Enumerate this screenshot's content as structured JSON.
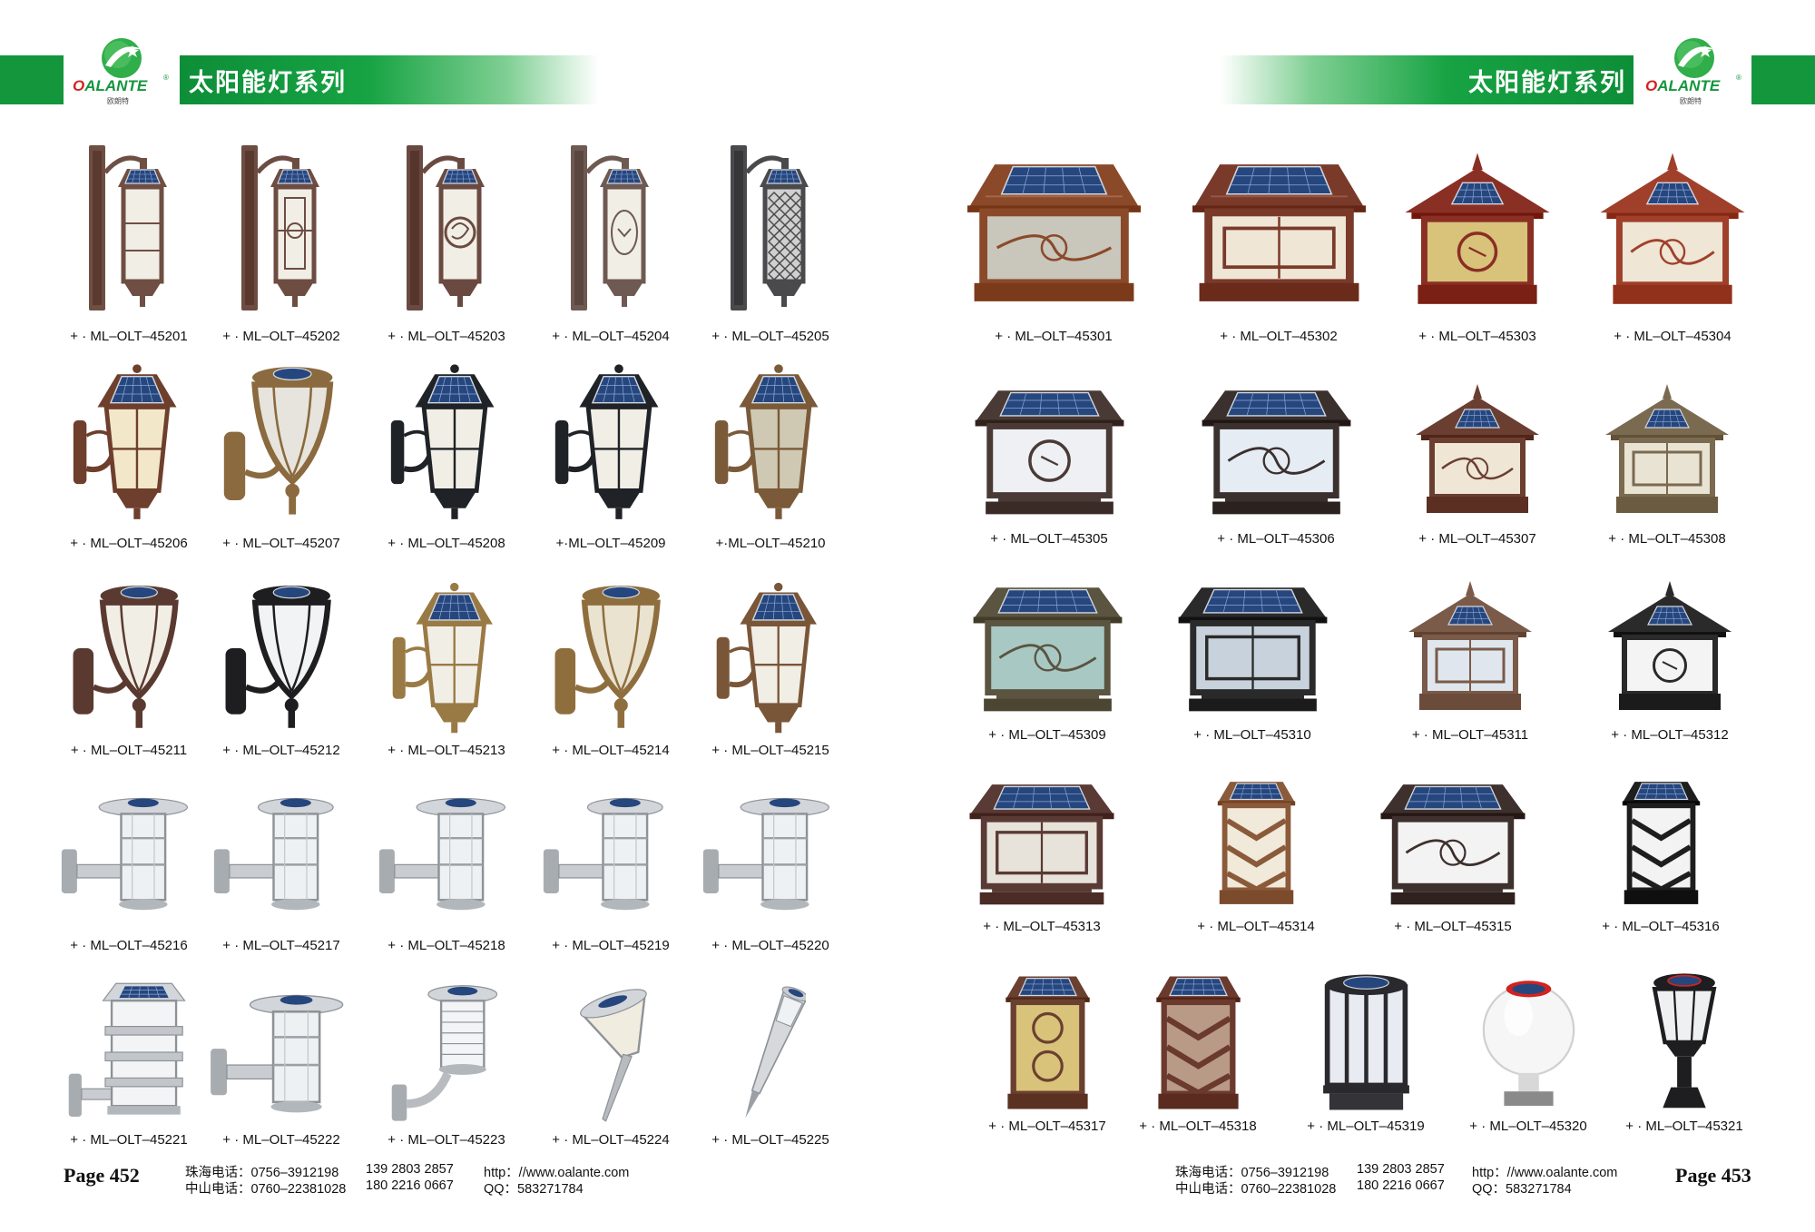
{
  "brand": {
    "name": "OALANTE",
    "registered": "®",
    "chinese": "欧朗特"
  },
  "header": {
    "title": "太阳能灯系列"
  },
  "colors": {
    "brand_green": "#14963d",
    "brand_red": "#d2231f",
    "solar_panel": "#26467e"
  },
  "footer": {
    "zhuhai_phone": "珠海电话：0756–3912198",
    "zhuhai_mobile": "139 2803 2857",
    "website": "http：//www.oalante.com",
    "zhongshan_phone": "中山电话：0760–22381028",
    "zhongshan_mobile": "180 2216 0667",
    "qq": "QQ：583271784"
  },
  "pages": [
    {
      "page_label": "Page 452",
      "products": [
        {
          "label": "+ · ML–OLT–45201",
          "icon": "wall-lantern-plate-icon",
          "color": "#6f4f43"
        },
        {
          "label": "+ · ML–OLT–45202",
          "icon": "wall-lantern-plate-icon",
          "color": "#6d4c42"
        },
        {
          "label": "+ · ML–OLT–45203",
          "icon": "wall-lantern-plate-icon",
          "color": "#6a4a40"
        },
        {
          "label": "+ · ML–OLT–45204",
          "icon": "wall-lantern-plate-icon",
          "color": "#6e5a52"
        },
        {
          "label": "+ · ML–OLT–45205",
          "icon": "wall-lantern-plate-icon",
          "color": "#4a4a4c",
          "glass": "#cfd0cf"
        },
        {
          "label": "+ · ML–OLT–45206",
          "icon": "wall-lantern-icon",
          "color": "#6e3f2d",
          "glass": "#f3e7c9"
        },
        {
          "label": "+ · ML–OLT–45207",
          "icon": "wall-bowl-icon",
          "color": "#8a6a3e",
          "glass": "#e6e4dc"
        },
        {
          "label": "+ · ML–OLT–45208",
          "icon": "wall-lantern-icon",
          "color": "#1f2226"
        },
        {
          "label": "+·ML–OLT–45209",
          "icon": "wall-lantern-icon",
          "color": "#1f2226"
        },
        {
          "label": "+·ML–OLT–45210",
          "icon": "wall-lantern-icon",
          "color": "#7a5a38",
          "glass": "#cfc9b4"
        },
        {
          "label": "+ · ML–OLT–45211",
          "icon": "wall-bowl-icon",
          "color": "#5a3a30"
        },
        {
          "label": "+ · ML–OLT–45212",
          "icon": "wall-bowl-icon",
          "color": "#1e1e20",
          "glass": "#f2f3f4"
        },
        {
          "label": "+ · ML–OLT–45213",
          "icon": "wall-lantern-icon",
          "color": "#9a7a44"
        },
        {
          "label": "+ · ML–OLT–45214",
          "icon": "wall-bowl-icon",
          "color": "#8f6e3e",
          "glass": "#e9e3d0"
        },
        {
          "label": "+ · ML–OLT–45215",
          "icon": "wall-lantern-icon",
          "color": "#7a5638"
        },
        {
          "label": "+ · ML–OLT–45216",
          "icon": "stainless-wall-icon",
          "color": "#b8bcc0"
        },
        {
          "label": "+ · ML–OLT–45217",
          "icon": "stainless-wall-icon",
          "color": "#b8bcc0"
        },
        {
          "label": "+ · ML–OLT–45218",
          "icon": "stainless-wall-icon",
          "color": "#b8bcc0"
        },
        {
          "label": "+ · ML–OLT–45219",
          "icon": "stainless-wall-icon",
          "color": "#b8bcc0"
        },
        {
          "label": "+ · ML–OLT–45220",
          "icon": "stainless-wall-icon",
          "color": "#b8bcc0"
        },
        {
          "label": "+ · ML–OLT–45221",
          "icon": "stainless-tier-icon",
          "color": "#b8bcc0"
        },
        {
          "label": "+ · ML–OLT–45222",
          "icon": "stainless-wall-icon",
          "color": "#b8bcc0"
        },
        {
          "label": "+ · ML–OLT–45223",
          "icon": "stainless-cage-icon",
          "color": "#b8bcc0"
        },
        {
          "label": "+ · ML–OLT–45224",
          "icon": "spike-cone-icon",
          "color": "#b8bcc0"
        },
        {
          "label": "+ · ML–OLT–45225",
          "icon": "spike-torch-icon",
          "color": "#b8bcc0"
        }
      ]
    },
    {
      "page_label": "Page 453",
      "products": [
        {
          "label": "+ · ML–OLT–45301",
          "icon": "pillar-roof-icon",
          "color": "#8a4a2a",
          "glass": "#c9c6bc"
        },
        {
          "label": "+ · ML–OLT–45302",
          "icon": "pillar-roof-icon",
          "color": "#7a3a2a",
          "glass": "#efe6d6"
        },
        {
          "label": "+ · ML–OLT–45303",
          "icon": "pillar-pyramid-icon",
          "color": "#8a2f24",
          "glass": "#d9c27a"
        },
        {
          "label": "+ · ML–OLT–45304",
          "icon": "pillar-pyramid-icon",
          "color": "#a0402a",
          "glass": "#efe6d6"
        },
        {
          "label": "+ · ML–OLT–45305",
          "icon": "pillar-flat-icon",
          "color": "#4a3a36",
          "glass": "#eef0f4"
        },
        {
          "label": "+ · ML–OLT–45306",
          "icon": "pillar-flat-icon",
          "color": "#3a302e",
          "glass": "#e6ecf4"
        },
        {
          "label": "+ · ML–OLT–45307",
          "icon": "pillar-pyramid-icon",
          "color": "#6a3e30",
          "glass": "#efe6d6"
        },
        {
          "label": "+ · ML–OLT–45308",
          "icon": "pillar-pyramid-icon",
          "color": "#7a6a50",
          "glass": "#e9e3d3"
        },
        {
          "label": "+ · ML–OLT–45309",
          "icon": "pillar-flat-icon",
          "color": "#5a5440",
          "glass": "#a8c8c4"
        },
        {
          "label": "+ · ML–OLT–45310",
          "icon": "pillar-flat-icon",
          "color": "#2a2a2a",
          "glass": "#c8d2dc"
        },
        {
          "label": "+ · ML–OLT–45311",
          "icon": "pillar-pyramid-icon",
          "color": "#7a5a48",
          "glass": "#dfe6ee"
        },
        {
          "label": "+ · ML–OLT–45312",
          "icon": "pillar-pyramid-icon",
          "color": "#2a2a2a",
          "glass": "#f4f4f4"
        },
        {
          "label": "+ · ML–OLT–45313",
          "icon": "pillar-flat-icon",
          "color": "#5a3a34",
          "glass": "#e7e2da"
        },
        {
          "label": "+ · ML–OLT–45314",
          "icon": "pillar-tall-icon",
          "color": "#8a5a3a",
          "glass": "#f1e9d9"
        },
        {
          "label": "+ · ML–OLT–45315",
          "icon": "pillar-flat-icon",
          "color": "#3e302c",
          "glass": "#f3f3f3"
        },
        {
          "label": "+ · ML–OLT–45316",
          "icon": "pillar-tall-icon",
          "color": "#1e1e1e",
          "glass": "#f3f3f3"
        },
        {
          "label": "+ · ML–OLT–45317",
          "icon": "pillar-tall-icon",
          "color": "#6a4030",
          "glass": "#d9c27a"
        },
        {
          "label": "+ · ML–OLT–45318",
          "icon": "pillar-tall-icon",
          "color": "#6a3a2e",
          "glass": "#b89a86"
        },
        {
          "label": "+ · ML–OLT–45319",
          "icon": "pillar-round-icon",
          "color": "#2a2a2e"
        },
        {
          "label": "+ · ML–OLT–45320",
          "icon": "globe-icon",
          "color": "#cccccc"
        },
        {
          "label": "+ · ML–OLT–45321",
          "icon": "pillar-lantern-icon",
          "color": "#1e1e20"
        }
      ]
    }
  ]
}
